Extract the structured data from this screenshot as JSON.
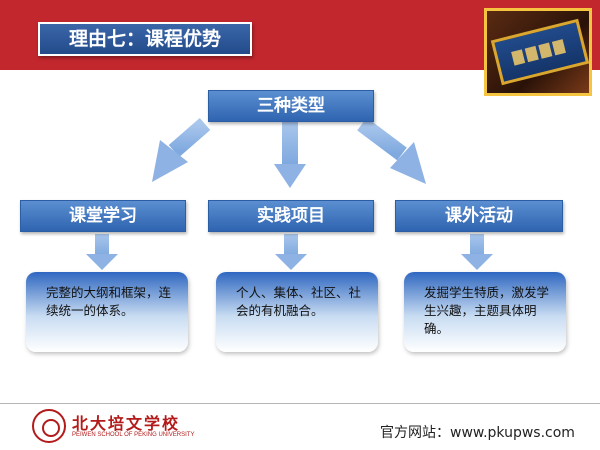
{
  "header": {
    "title": "理由七：课程优势",
    "accent_color": "#c1272d"
  },
  "diagram": {
    "root": "三种类型",
    "categories": [
      {
        "label": "课堂学习",
        "description": "完整的大纲和框架，连续统一的体系。"
      },
      {
        "label": "实践项目",
        "description": "个人、集体、社区、社会的有机融合。"
      },
      {
        "label": "课外活动",
        "description": "发掘学生特质，激发学生兴趣，主题具体明确。"
      }
    ]
  },
  "footer": {
    "logo_text": "北大培文学校",
    "logo_subtitle": "PEIWEN SCHOOL OF PEKING UNIVERSITY",
    "website": "官方网站：www.pkupws.com"
  }
}
